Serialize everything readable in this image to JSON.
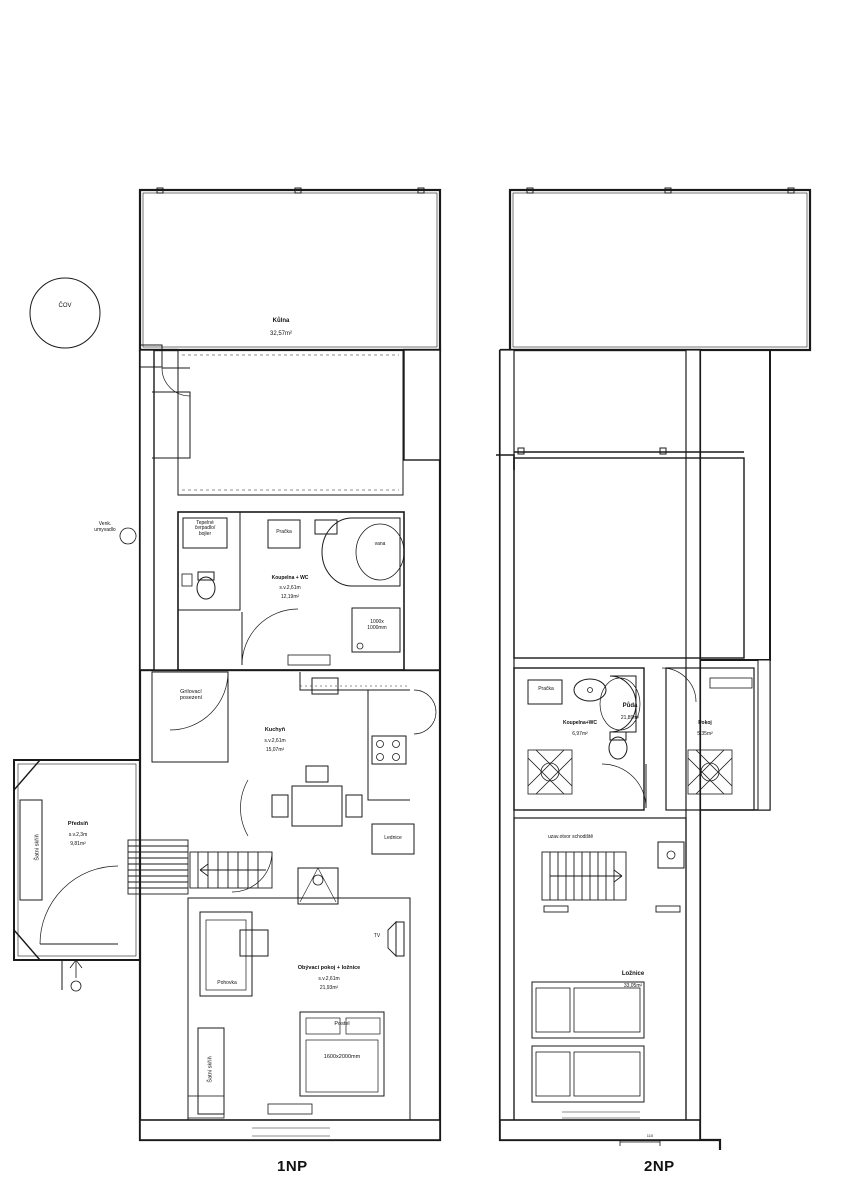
{
  "drawing": {
    "type": "architectural-floor-plan",
    "units": "m / mm",
    "floors": [
      {
        "id": "1np",
        "title": "1NP",
        "rooms": [
          {
            "name": "Kůlna",
            "area": "32,57m²",
            "height": null
          },
          {
            "name": "Koupelna + WC",
            "height": "s.v.2,61m",
            "area": "12,19m²"
          },
          {
            "name": "Kuchyň",
            "height": "s.v.2,61m",
            "area": "15,07m²"
          },
          {
            "name": "Předsíň",
            "height": "s.v.2,3m",
            "area": "9,81m²"
          },
          {
            "name": "Obývací pokoj + ložnice",
            "height": "s.v.2,61m",
            "area": "21,93m²"
          }
        ],
        "annotations": [
          {
            "text": "ČOV"
          },
          {
            "text": "Venk. umyvadlo"
          },
          {
            "text": "Tepelné čerpadlo/bojler"
          },
          {
            "text": "Pračka"
          },
          {
            "text": "vana"
          },
          {
            "text": "1000x1000mm"
          },
          {
            "text": "Grilovací posezení"
          },
          {
            "text": "Lednice"
          },
          {
            "text": "TV"
          },
          {
            "text": "Postel"
          },
          {
            "text": "1600x2000mm"
          },
          {
            "text": "Pohovka"
          },
          {
            "text": "Šatní skříň"
          },
          {
            "text": "Šatní skříň"
          }
        ]
      },
      {
        "id": "2np",
        "title": "2NP",
        "rooms": [
          {
            "name": "Půda",
            "area": "21,89m²"
          },
          {
            "name": "Koupelna+WC",
            "area": "6,97m²"
          },
          {
            "name": "Pokoj",
            "area": "5,35m²"
          },
          {
            "name": "Ložnice",
            "area": "33,05m²"
          }
        ],
        "annotations": [
          {
            "text": "Pračka"
          },
          {
            "text": "uzav.otvor schodiště"
          },
          {
            "text": "110"
          }
        ]
      }
    ]
  }
}
